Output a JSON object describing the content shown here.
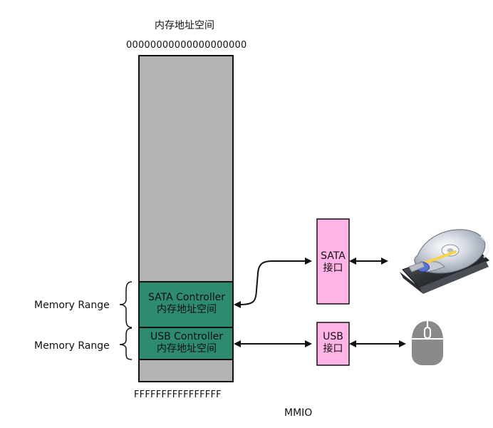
{
  "labels": {
    "top_title": "内存地址空间",
    "top_address": "00000000000000000000",
    "bottom_address": "FFFFFFFFFFFFFFFF",
    "mmio": "MMIO",
    "memory_range_1": "Memory Range",
    "memory_range_2": "Memory Range",
    "sata_controller": "SATA Controller",
    "sata_controller_sub": "内存地址空间",
    "usb_controller": "USB Controller",
    "usb_controller_sub": "内存地址空间",
    "sata_interface_1": "SATA",
    "sata_interface_2": "接口",
    "usb_interface_1": "USB",
    "usb_interface_2": "接口"
  },
  "colors": {
    "memory_space": "#b3b3b3",
    "controller": "#2e8b6f",
    "interface": "#ffb3e6",
    "outline": "#111111",
    "arrow": "#111111",
    "mouse": "#8a8a8a"
  },
  "icons": {
    "hard_disk": "hard-disk-icon",
    "mouse": "mouse-icon"
  }
}
